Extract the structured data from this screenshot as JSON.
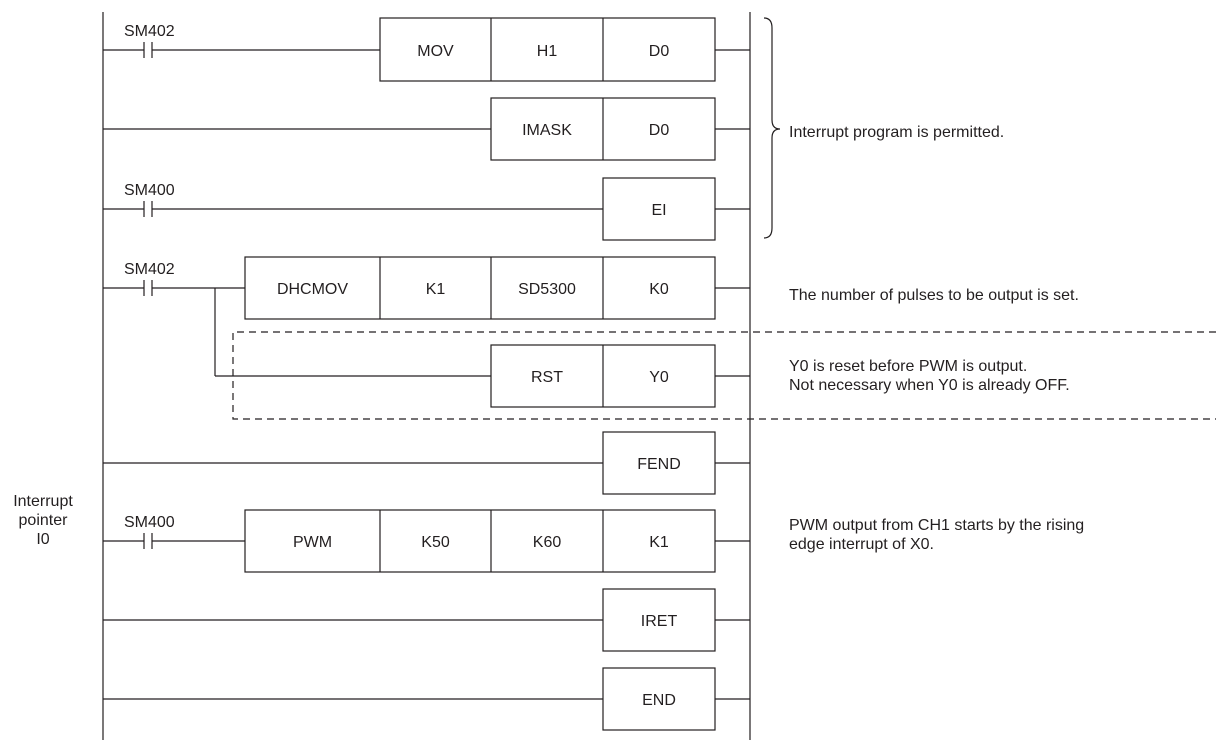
{
  "interrupt_pointer": {
    "line1": "Interrupt",
    "line2": "pointer",
    "line3": "I0"
  },
  "rungs": [
    {
      "contact": "SM402",
      "instruction": [
        "MOV",
        "H1",
        "D0"
      ]
    },
    {
      "contact": "",
      "instruction": [
        "IMASK",
        "D0"
      ]
    },
    {
      "contact": "SM400",
      "instruction": [
        "EI"
      ]
    },
    {
      "contact": "SM402",
      "instruction": [
        "DHCMOV",
        "K1",
        "SD5300",
        "K0"
      ]
    },
    {
      "contact": "",
      "instruction": [
        "RST",
        "Y0"
      ]
    },
    {
      "contact": "",
      "instruction": [
        "FEND"
      ]
    },
    {
      "contact": "SM400",
      "instruction": [
        "PWM",
        "K50",
        "K60",
        "K1"
      ]
    },
    {
      "contact": "",
      "instruction": [
        "IRET"
      ]
    },
    {
      "contact": "",
      "instruction": [
        "END"
      ]
    }
  ],
  "comments": {
    "interrupt_permitted": "Interrupt program is permitted.",
    "pulses_set": "The number of pulses to be output is set.",
    "y0_reset_line1": "Y0 is reset before PWM is output.",
    "y0_reset_line2": "Not necessary when Y0 is already OFF.",
    "pwm_output_line1": "PWM output from CH1 starts by the rising",
    "pwm_output_line2": "edge interrupt of X0."
  }
}
